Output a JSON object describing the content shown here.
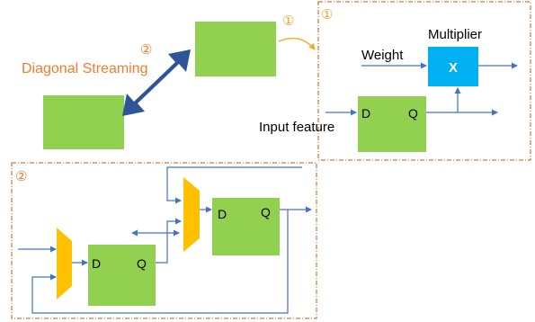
{
  "labels": {
    "diagonal_streaming": "Diagonal Streaming",
    "marker_one_top": "①",
    "marker_two_top": "②",
    "marker_one_box": "①",
    "marker_two_box": "②",
    "multiplier": "Multiplier",
    "weight": "Weight",
    "multiplier_symbol": "X",
    "input_feature": "Input feature",
    "reg_top_d": "D",
    "reg_top_q": "Q",
    "reg_a_d": "D",
    "reg_a_q": "Q",
    "reg_b_d": "D",
    "reg_b_q": "Q"
  },
  "colors": {
    "block_green": "#92d050",
    "multiplier_blue": "#00b0f0",
    "mux_orange": "#ffc000",
    "wire_blue": "#4472c4",
    "streaming_arrow": "#2f5597",
    "annotation_orange": "#ed7d31",
    "marker_yellow": "#f5a623",
    "dashed_border": "#c55a11"
  }
}
